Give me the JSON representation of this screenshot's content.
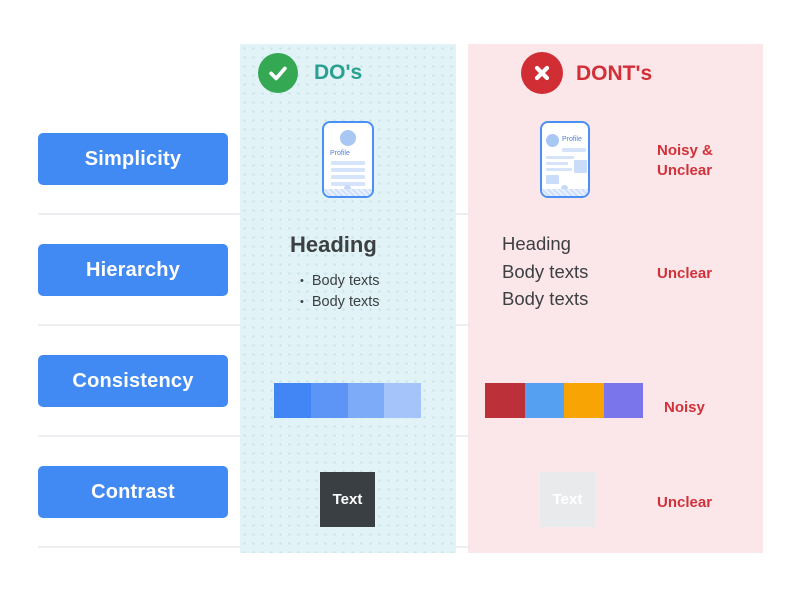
{
  "sidebar": {
    "items": [
      {
        "label": "Simplicity"
      },
      {
        "label": "Hierarchy"
      },
      {
        "label": "Consistency"
      },
      {
        "label": "Contrast"
      }
    ]
  },
  "dos": {
    "title": "DO's",
    "title_color": "#2AA091",
    "phone": {
      "profile_label": "Profile"
    },
    "hierarchy": {
      "heading": "Heading",
      "bullets": [
        "Body texts",
        "Body texts"
      ]
    },
    "palette": [
      "#4285F4",
      "#5C95F5",
      "#7EABF7",
      "#A5C5FA"
    ],
    "contrast": {
      "label": "Text"
    }
  },
  "donts": {
    "title": "DONT's",
    "title_color": "#D22F36",
    "phone": {
      "profile_label": "Profile"
    },
    "hierarchy": {
      "lines": [
        "Heading",
        "Body texts",
        "Body texts"
      ]
    },
    "palette": [
      "#BB3039",
      "#55A0F1",
      "#F9A405",
      "#7A75EA"
    ],
    "contrast": {
      "label": "Text"
    },
    "annotations": {
      "simplicity": [
        "Noisy &",
        "Unclear"
      ],
      "hierarchy": "Unclear",
      "consistency": "Noisy",
      "contrast": "Unclear"
    }
  },
  "colors": {
    "button_blue": "#4189F3",
    "do_panel_bg": "#E1F3F6",
    "dont_panel_bg": "#FBE6E9",
    "check_green": "#34A853",
    "cross_red": "#D02E34",
    "annotation_red": "#D13239",
    "dark_text": "#3C4043",
    "do_contrast_box": "#3A3F43",
    "dont_contrast_box": "#E9EAEC"
  }
}
